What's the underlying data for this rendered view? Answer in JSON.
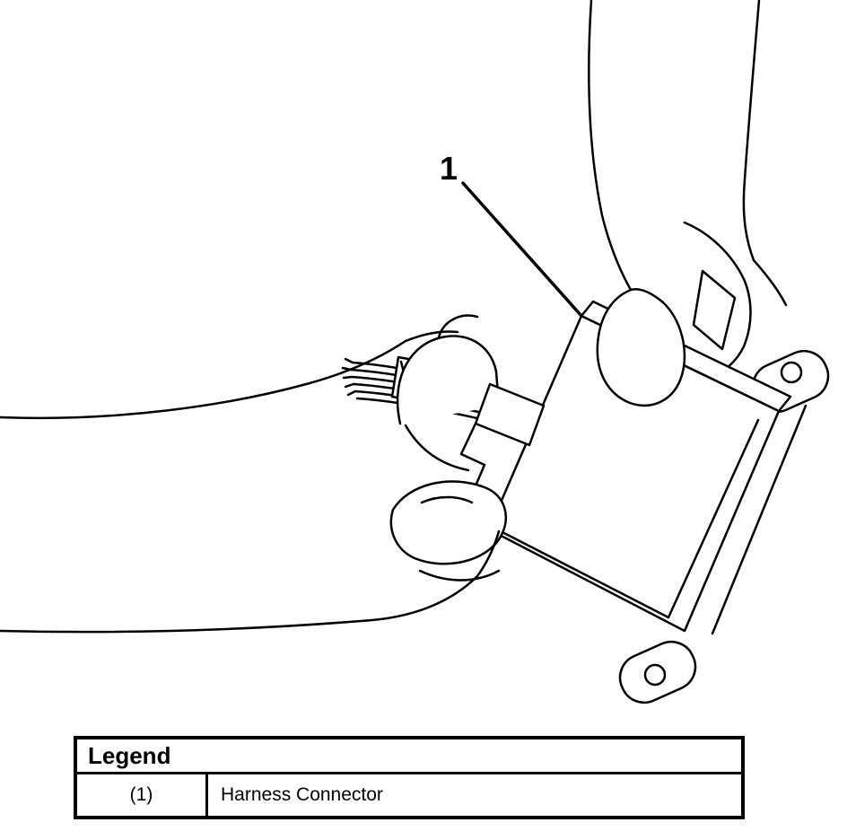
{
  "figure": {
    "callout_label": "1"
  },
  "legend": {
    "title": "Legend",
    "rows": [
      {
        "ref": "(1)",
        "label": "Harness Connector"
      }
    ]
  },
  "colors": {
    "line": "#000000",
    "background": "#ffffff"
  }
}
